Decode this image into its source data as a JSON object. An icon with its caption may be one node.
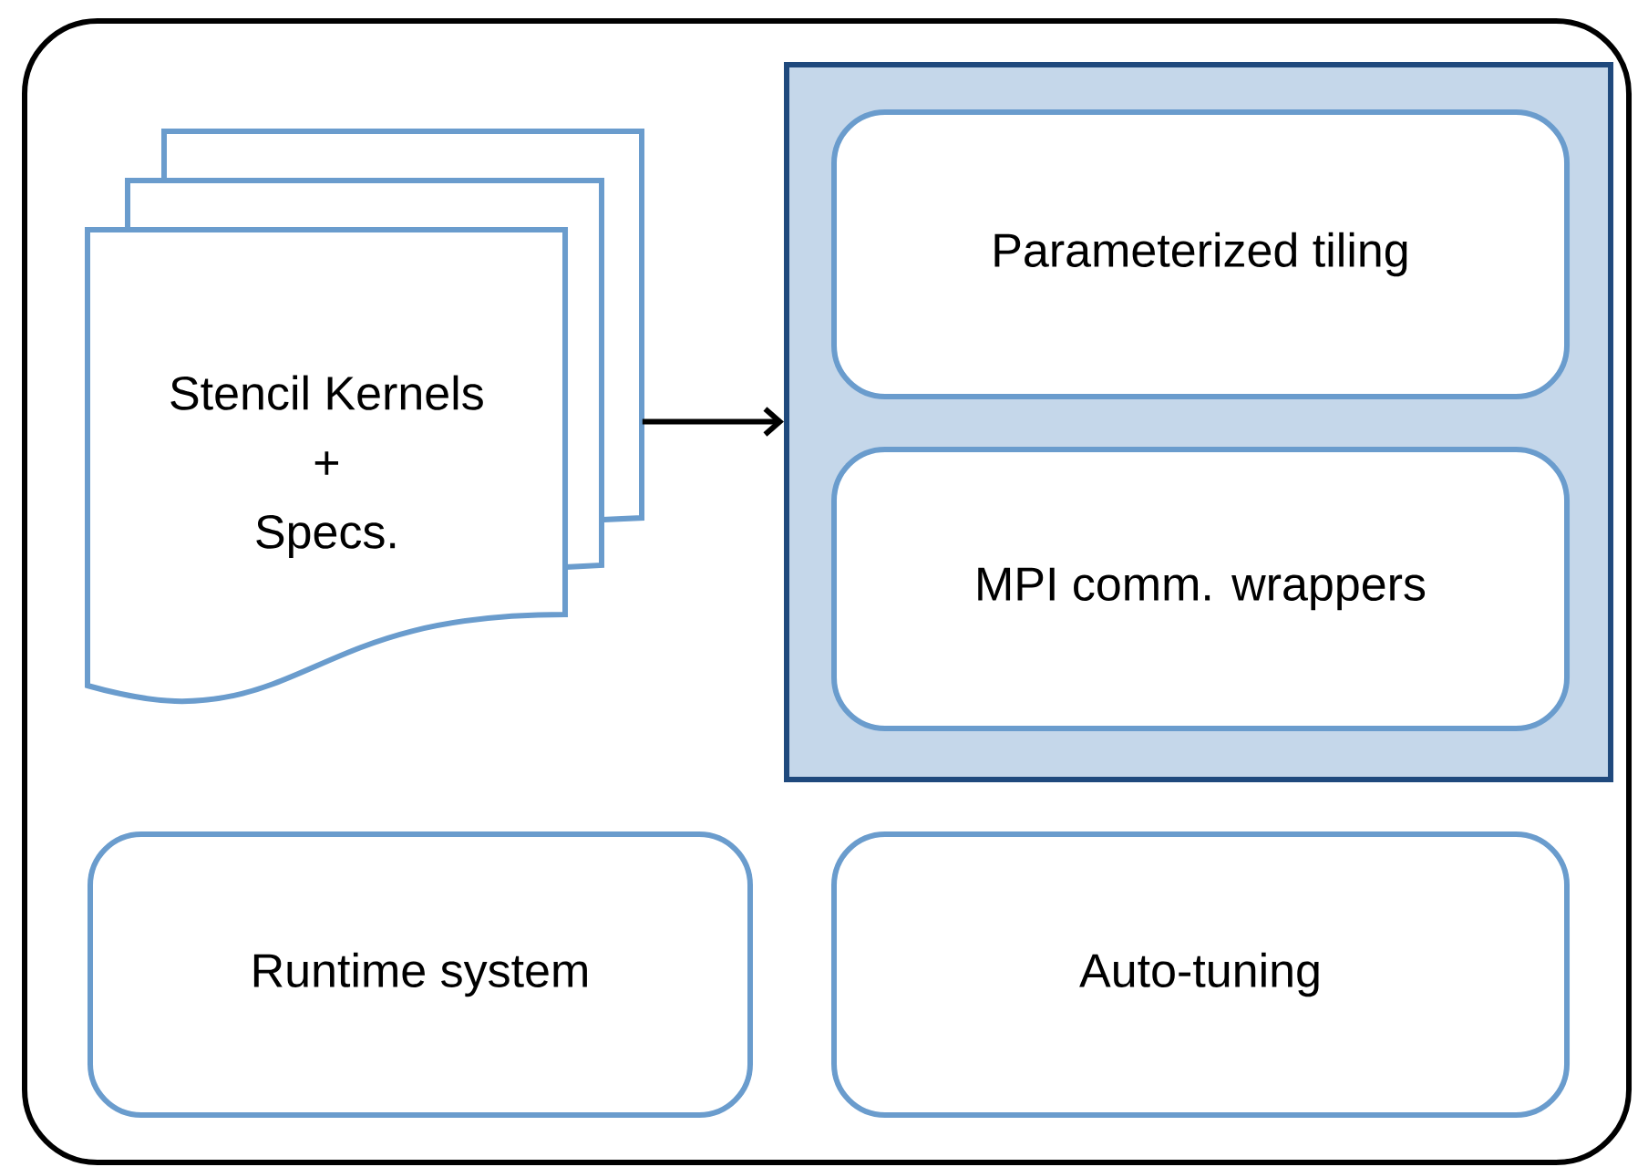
{
  "diagram": {
    "nodes": [
      {
        "text": [],
        "shape": "box"
      },
      {
        "text": [
          "Stencil Kernels",
          "+",
          "Specs."
        ],
        "in": 0
      },
      {
        "text": [],
        "shape": "box",
        "in": 0
      },
      {
        "text": [
          "Parameterized tiling"
        ],
        "in": 2
      },
      {
        "text": [
          "MPI comm. wrappers"
        ],
        "in": 2
      },
      {
        "text": [
          "Runtime system"
        ],
        "in": 0
      },
      {
        "text": [
          "Auto-tuning"
        ],
        "in": 0
      }
    ],
    "edges": [
      {
        "from": 1,
        "to": 2,
        "arrow": "to"
      }
    ]
  }
}
